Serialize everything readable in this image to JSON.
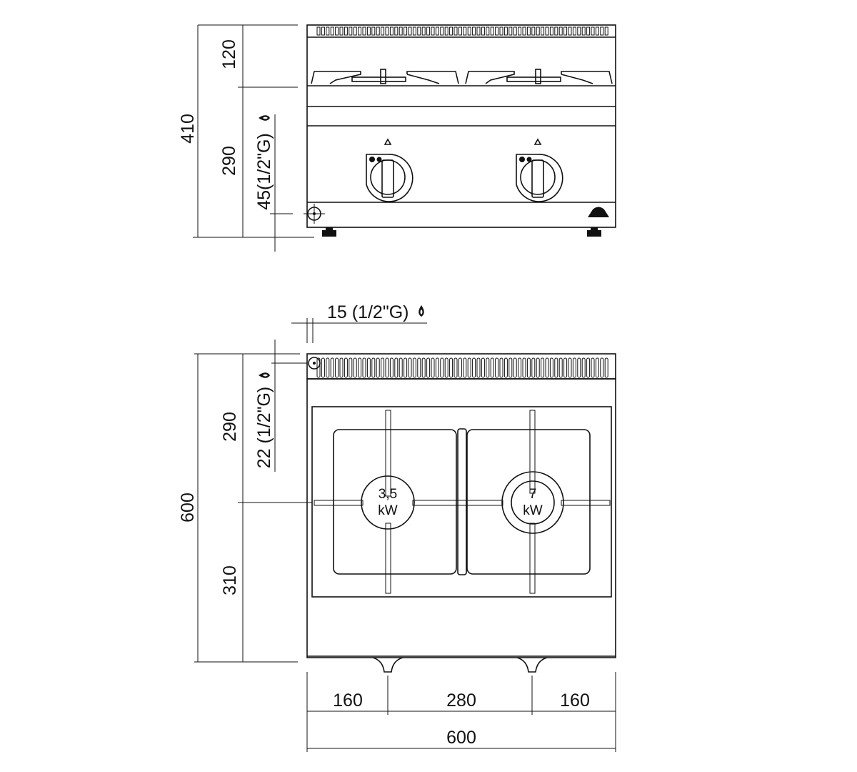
{
  "front_view": {
    "dims": {
      "total_height": "410",
      "top_height": "120",
      "body_height": "290",
      "gas_inlet": "45(1/2\"G)"
    },
    "knob_count": 2
  },
  "top_view": {
    "dims": {
      "gas_offset": "15 (1/2\"G)",
      "depth": "600",
      "rear_depth": "290",
      "front_depth": "310",
      "gas_inlet": "22 (1/2\"G)",
      "left_offset": "160",
      "burner_spacing": "280",
      "right_offset": "160",
      "width": "600"
    },
    "burners": [
      {
        "power": "3,5",
        "unit": "kW"
      },
      {
        "power": "7",
        "unit": "kW"
      }
    ]
  },
  "icons": [
    "gas-flame-icon",
    "gas-connection-icon",
    "brand-logo-icon"
  ]
}
